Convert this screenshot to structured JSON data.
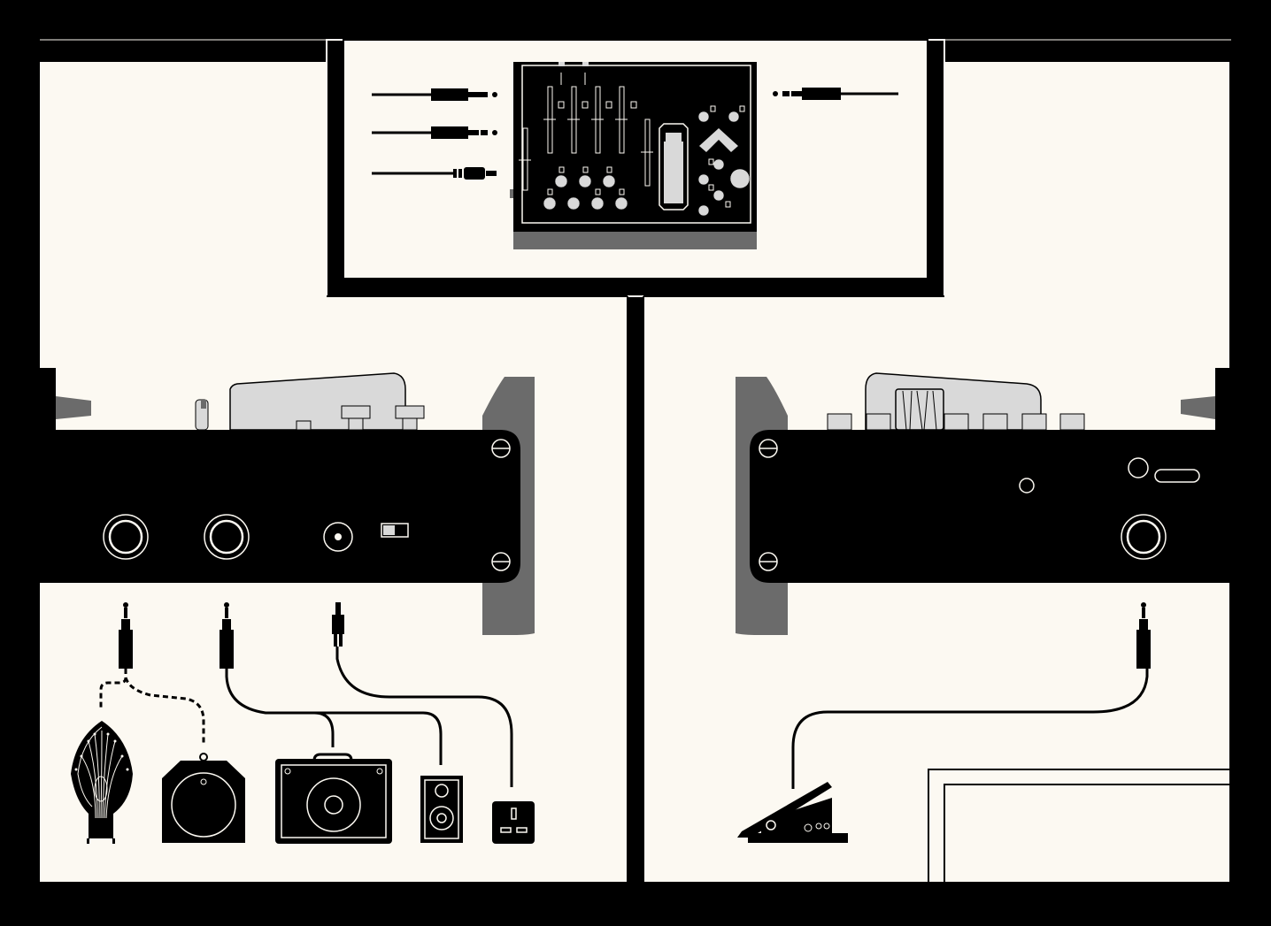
{
  "diagram": {
    "description_text": [],
    "colors": {
      "background": "#000000",
      "paper": "#fcf9f2",
      "device_body": "#000000",
      "device_top": "#d9d9d9",
      "side_panel": "#6b6b6b",
      "line": "#000000",
      "highlight": "#ffffff"
    },
    "left_panel_connections": [
      {
        "jack": "left-input-jack",
        "plug": "quarter-inch-mono",
        "cable": "dashed",
        "targets": [
          "harp-instrument-icon",
          "pickup-icon"
        ]
      },
      {
        "jack": "right-input-jack",
        "plug": "quarter-inch-mono",
        "cable": "solid",
        "targets": [
          "amplifier-icon",
          "speaker-icon"
        ]
      },
      {
        "jack": "power-socket",
        "plug": "dc-barrel",
        "cable": "solid",
        "targets": [
          "wall-socket-icon"
        ]
      }
    ],
    "right_panel_connections": [
      {
        "jack": "expression-jack",
        "plug": "quarter-inch-mono",
        "cable": "solid",
        "targets": [
          "expression-pedal-icon"
        ]
      }
    ],
    "icons": [
      "harp-instrument-icon",
      "pickup-icon",
      "amplifier-icon",
      "speaker-icon",
      "wall-socket-icon",
      "expression-pedal-icon",
      "mono-plug-icon",
      "stereo-plug-icon",
      "usb-plug-icon"
    ]
  }
}
